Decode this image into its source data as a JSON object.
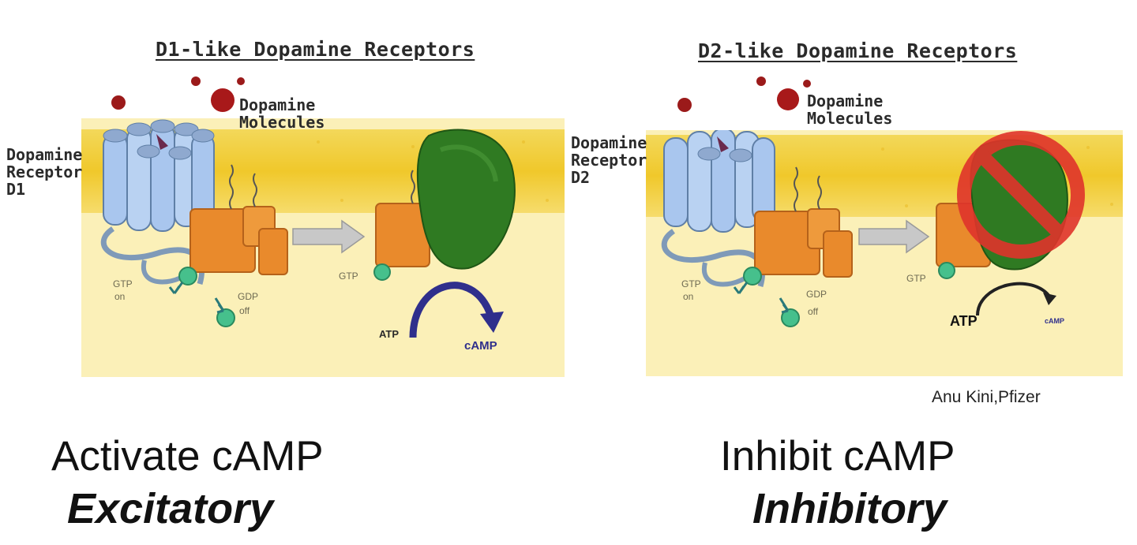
{
  "left": {
    "title": "D1-like Dopamine Receptors",
    "dopamine_label_1": "Dopamine",
    "dopamine_label_2": "Molecules",
    "receptor_label_1": "Dopamine",
    "receptor_label_2": "Receptor",
    "receptor_label_3": "D1",
    "gtp_on_1": "GTP",
    "gtp_on_2": "on",
    "gdp_off_1": "GDP",
    "gdp_off_2": "off",
    "gtp": "GTP",
    "atp": "ATP",
    "camp": "cAMP",
    "caption": "Activate cAMP",
    "caption_bold": "Excitatory"
  },
  "right": {
    "title": "D2-like Dopamine Receptors",
    "dopamine_label_1": "Dopamine",
    "dopamine_label_2": "Molecules",
    "receptor_label_1": "Dopamine",
    "receptor_label_2": "Receptor",
    "receptor_label_3": "D2",
    "gtp_on_1": "GTP",
    "gtp_on_2": "on",
    "gdp_off_1": "GDP",
    "gdp_off_2": "off",
    "gtp": "GTP",
    "atp": "ATP",
    "camp": "cAMP",
    "caption": "Inhibit cAMP",
    "caption_bold": "Inhibitory"
  },
  "credit": "Anu Kini,Pfizer",
  "colors": {
    "membrane": "#f2cf3a",
    "cytoplasm": "#fbefb3",
    "receptor": "#a9c6ee",
    "g_protein": "#e98a2c",
    "adenylyl_cyclase": "#2f7a22",
    "dopamine": "#9b1a1a",
    "gtp_ball": "#46c08c",
    "arrow_camp": "#2f2f8c",
    "prohibit": "#e0342b"
  },
  "icons": {
    "prohibit": "prohibit-icon",
    "arrow": "grey-arrow-icon"
  }
}
